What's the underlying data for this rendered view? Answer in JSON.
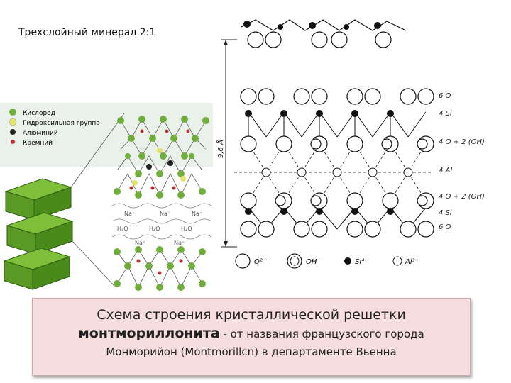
{
  "title": "Трехслойный минерал 2:1",
  "legend_left": {
    "items": [
      {
        "label": "Кислород",
        "color": "#6fae3a"
      },
      {
        "label": "Гидроксильная группа",
        "color": "#e6e36a"
      },
      {
        "label": "Алюминий",
        "color": "#222222"
      },
      {
        "label": "Кремний",
        "color": "#b8312f"
      }
    ]
  },
  "interlayer": {
    "cation": "Na⁺",
    "water": "H₂O"
  },
  "structure_labels": {
    "axis": "9,6 Å",
    "layers": [
      "6 O",
      "4 Si",
      "4 O + 2 (OH)",
      "4 Al",
      "4 O + 2 (OH)",
      "4 Si",
      "6 O"
    ]
  },
  "legend_right": {
    "items": [
      "O²⁻",
      "OH⁻",
      "Si⁴⁺",
      "Al³⁺"
    ]
  },
  "caption": {
    "line1": "Схема строения кристаллической решетки",
    "line2_bold": "монтмориллонита",
    "line2_rest": " - от названия французского города",
    "line3": "Монморийон (Montmorillcn) в департаменте Вьенна"
  }
}
